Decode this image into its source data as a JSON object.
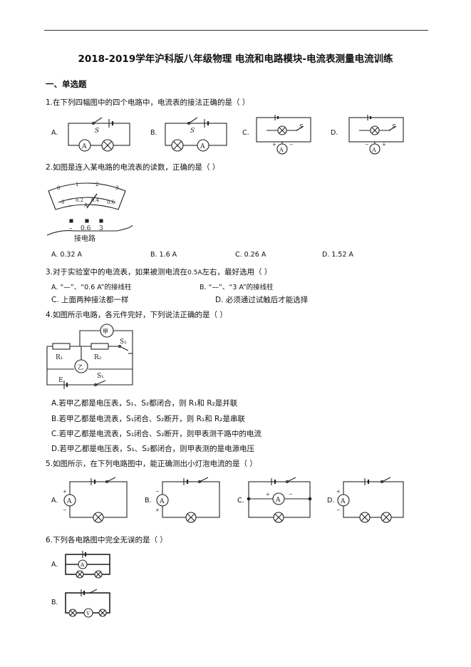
{
  "title": "2018-2019学年沪科版八年级物理 电流和电路模块-电流表测量电流训练",
  "section": "一、单选题",
  "q1": {
    "stem": "1.在下列四幅图中的四个电路中，电流表的接法正确的是（     ）",
    "options": [
      "A.",
      "B.",
      "C.",
      "D."
    ]
  },
  "q2": {
    "stem": "2.如图是连入某电路的电流表的读数，正确的是（     ）",
    "meter": {
      "scale_top": [
        "0",
        "1",
        "2",
        "3"
      ],
      "scale_bottom": [
        "0",
        "0.2",
        "0.4",
        "0.6"
      ],
      "symbol": "A",
      "terminals": [
        "–",
        "0.6",
        "3"
      ],
      "caption": "接电路"
    },
    "options": [
      "A. 0.32 A",
      "B. 1.6 A",
      "C. 0.26 A",
      "D. 1.52 A"
    ]
  },
  "q3": {
    "stem_a": "3.对于实验室中的电流表，如果被测电流在",
    "stem_value": "0.5A",
    "stem_b": "左右，最好选用（     ）",
    "options": [
      "A. “—”、“0.6 A”的接线柱",
      "B. “—”、“3 A”的接线柱",
      "C. 上面两种接法都一样",
      "D. 必须通过试触后才能选择"
    ]
  },
  "q4": {
    "stem": "4.如图所示电路，各元件完好，下列说法正确的是（     ）",
    "diagram": {
      "jia": "甲",
      "yi": "乙",
      "r1": "R₁",
      "r2": "R₂",
      "s1": "S₁",
      "s2": "S₂",
      "e": "E"
    },
    "options": [
      "A.若甲乙都是电压表，S₁、S₂都闭合，则 R₁和 R₂是并联",
      "B.若甲乙都是电流表，S₁闭合、S₂断开，则 R₁和 R₂是串联",
      "C.若甲乙都是电流表，S₁闭合、S₂断开，则甲表测干路中的电流",
      "D.若甲乙都是电压表，S₁、S₂都闭合，则甲表测的是电源电压"
    ]
  },
  "q5": {
    "stem": "5.如图所示，在下列电路图中，能正确测出小灯泡电流的是（     ）",
    "options": [
      "A.",
      "B.",
      "C.",
      "D."
    ]
  },
  "q6": {
    "stem": "6.下列各电路图中完全无误的是（     ）",
    "options": [
      "A.",
      "B."
    ]
  }
}
